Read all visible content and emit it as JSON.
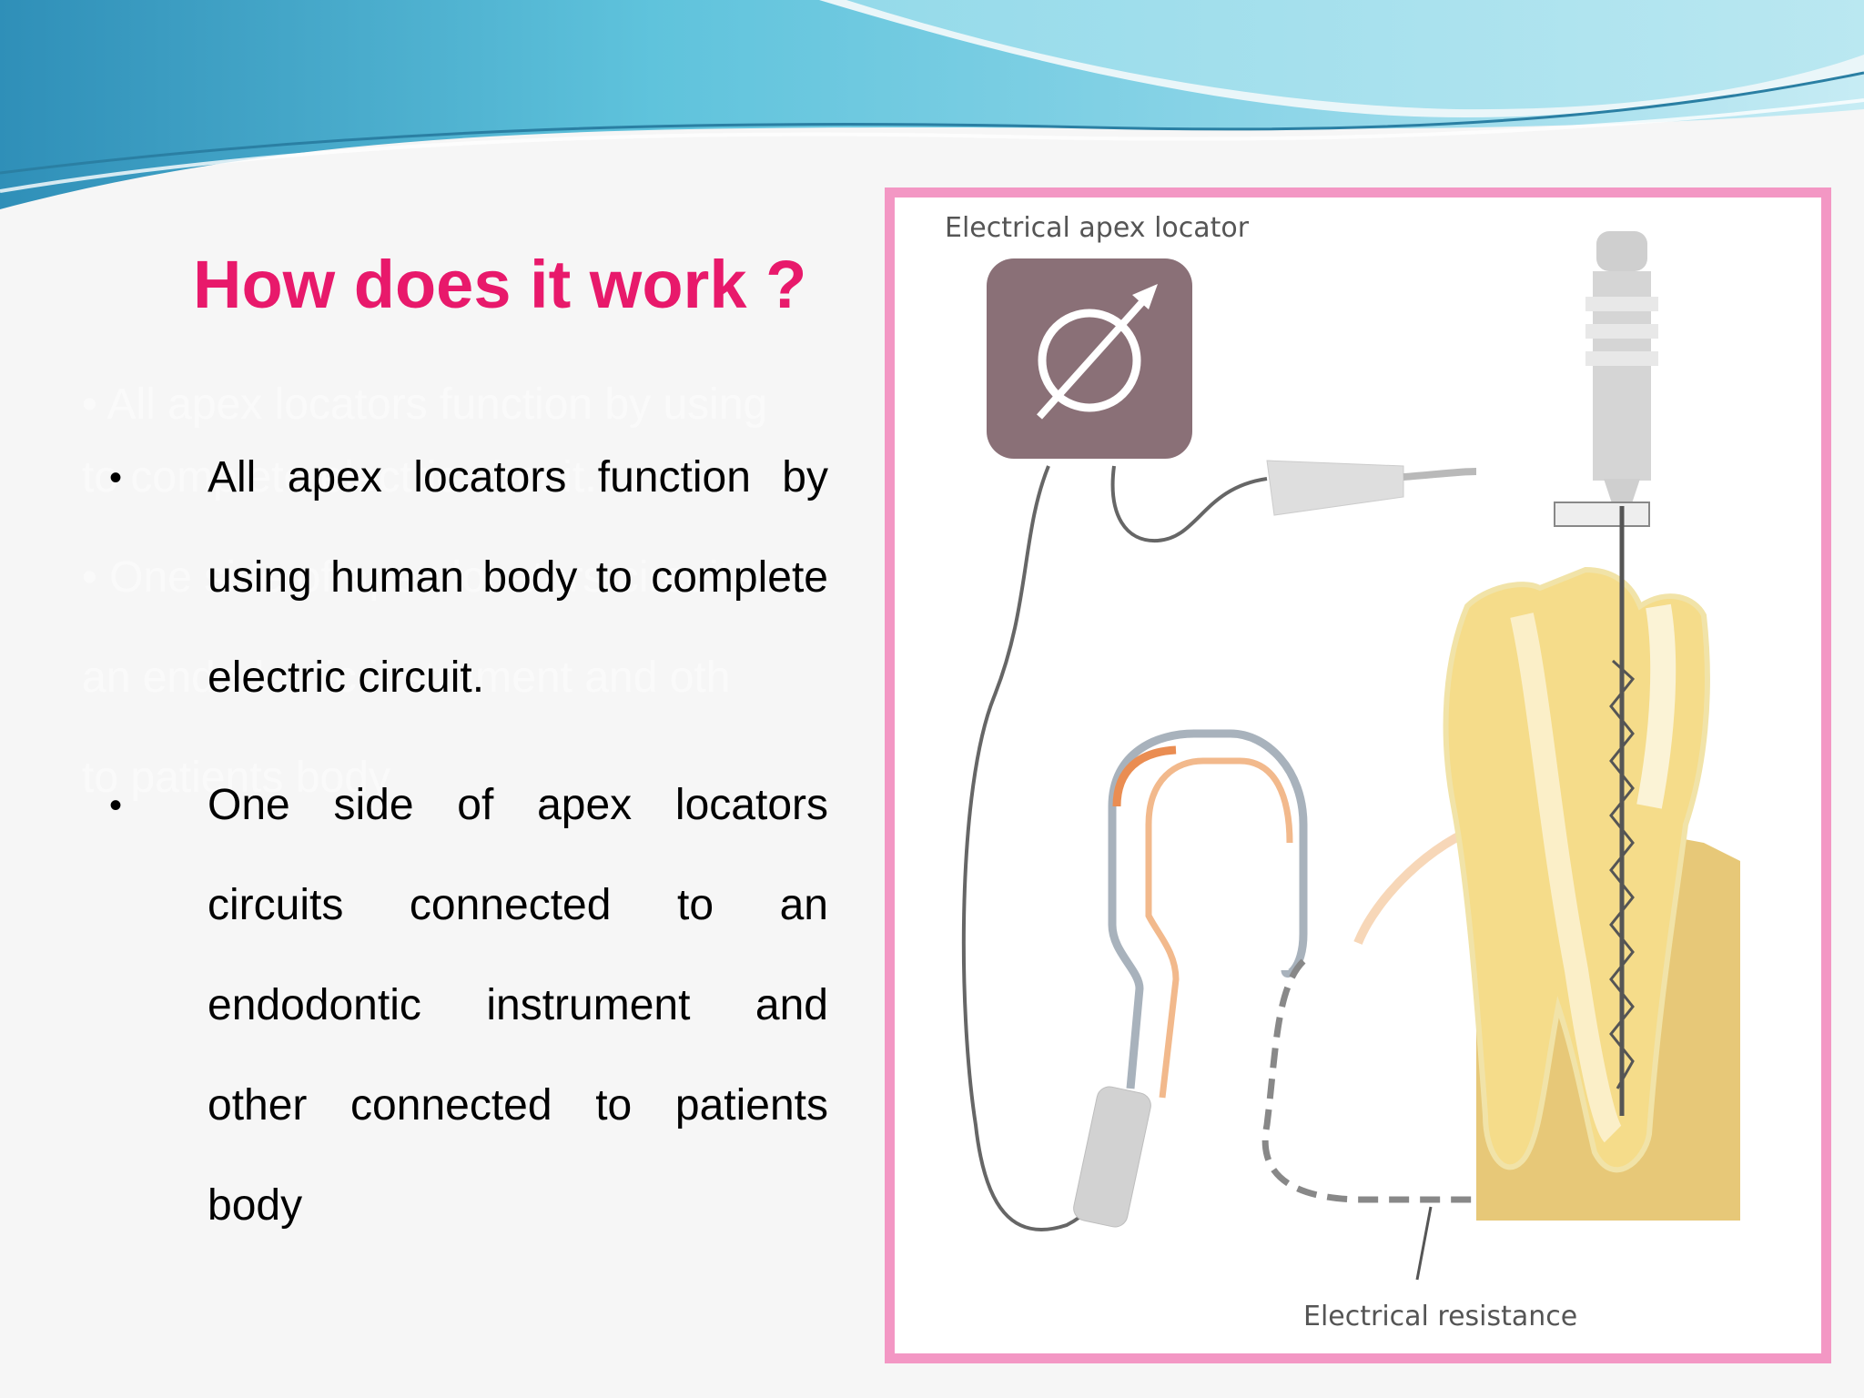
{
  "slide": {
    "title": "How does it work ?",
    "bullets": [
      "All apex locators function by using human body to complete electric circuit.",
      "One side of apex locators circuits connected to an endodontic instrument and other connected to patients body"
    ],
    "ghost_lines": [
      "•      All apex locators function by using",
      "        to complete electric circuit.",
      "•      One side of apex locators circuits",
      "        an endodontic instrument and oth",
      "        to patients body"
    ]
  },
  "figure": {
    "label_top": "Electrical apex locator",
    "label_bottom": "Electrical resistance",
    "icon": "meter-dial-icon",
    "colors": {
      "frame": "#f397c4",
      "device": "#8a7077",
      "tooth": "#f3da84",
      "bone": "#e5c36f"
    }
  },
  "colors": {
    "title": "#e8196b",
    "wave_dark": "#3fa8c8",
    "wave_light": "#9fdcec"
  }
}
